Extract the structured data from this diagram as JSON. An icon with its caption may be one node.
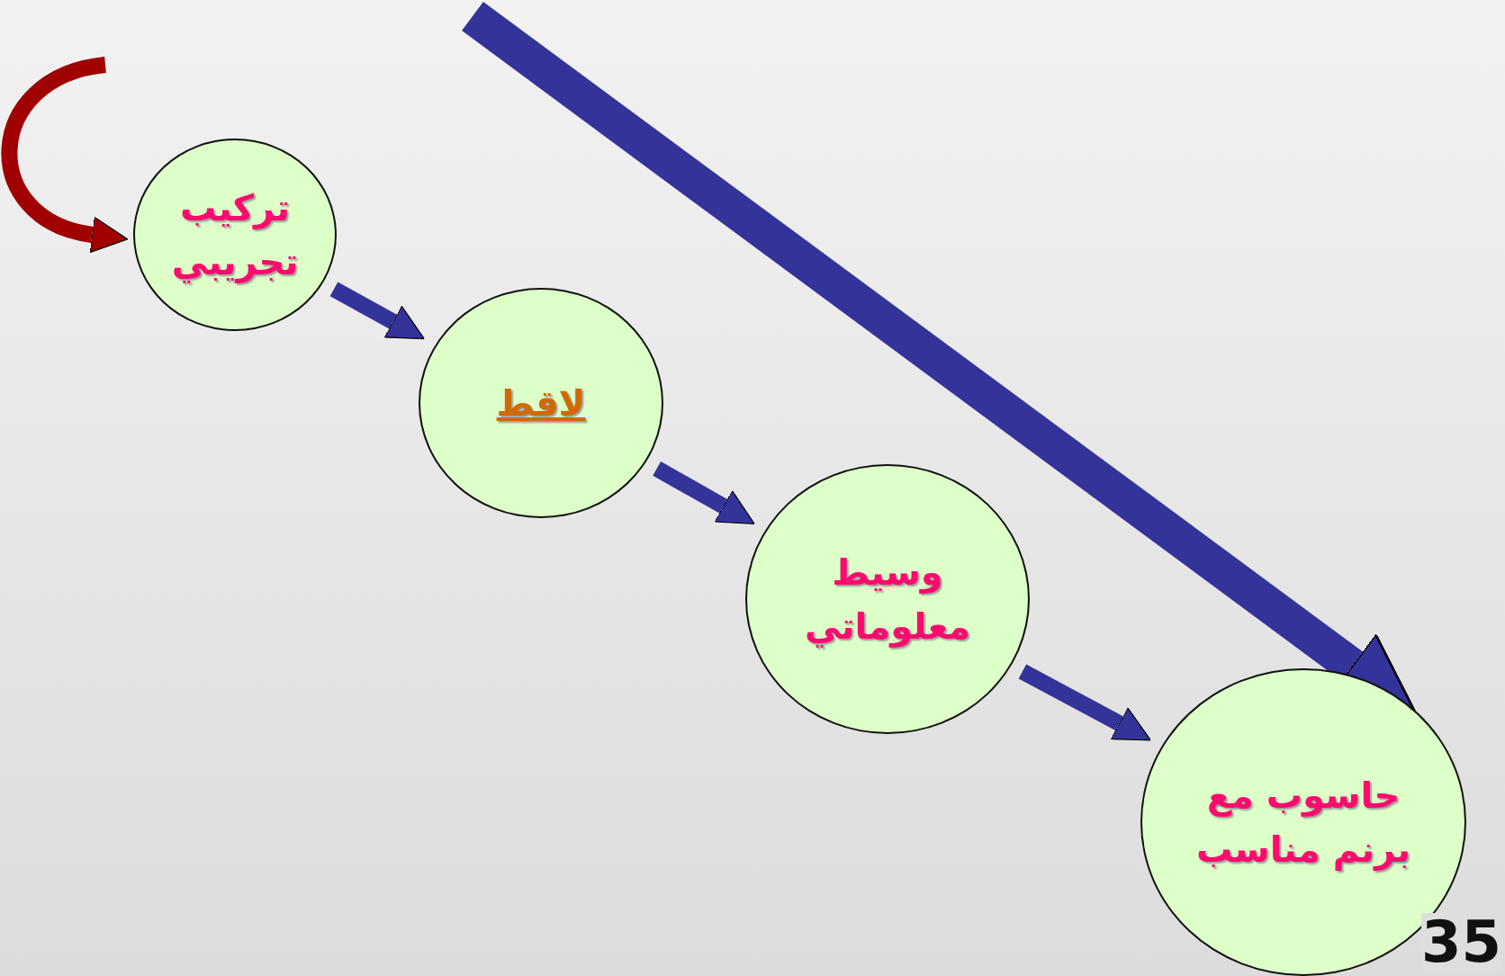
{
  "diagram": {
    "nodes": [
      {
        "text": [
          "تركيب تجريبي"
        ]
      },
      {
        "text": [
          "لاقط"
        ]
      },
      {
        "text": [
          "وسيط معلوماتي"
        ]
      },
      {
        "text": [
          "حاسوب مع برنم مناسب"
        ]
      }
    ],
    "edges": [
      {
        "from": null,
        "to": 0,
        "arrow": "to",
        "color": "#a00000"
      },
      {
        "from": 0,
        "to": 1,
        "arrow": "to"
      },
      {
        "from": 1,
        "to": 2,
        "arrow": "to"
      },
      {
        "from": 2,
        "to": 3,
        "arrow": "to"
      },
      {
        "from": null,
        "to": 3,
        "arrow": "to",
        "style": "thick"
      }
    ],
    "labels": [
      "35"
    ]
  }
}
